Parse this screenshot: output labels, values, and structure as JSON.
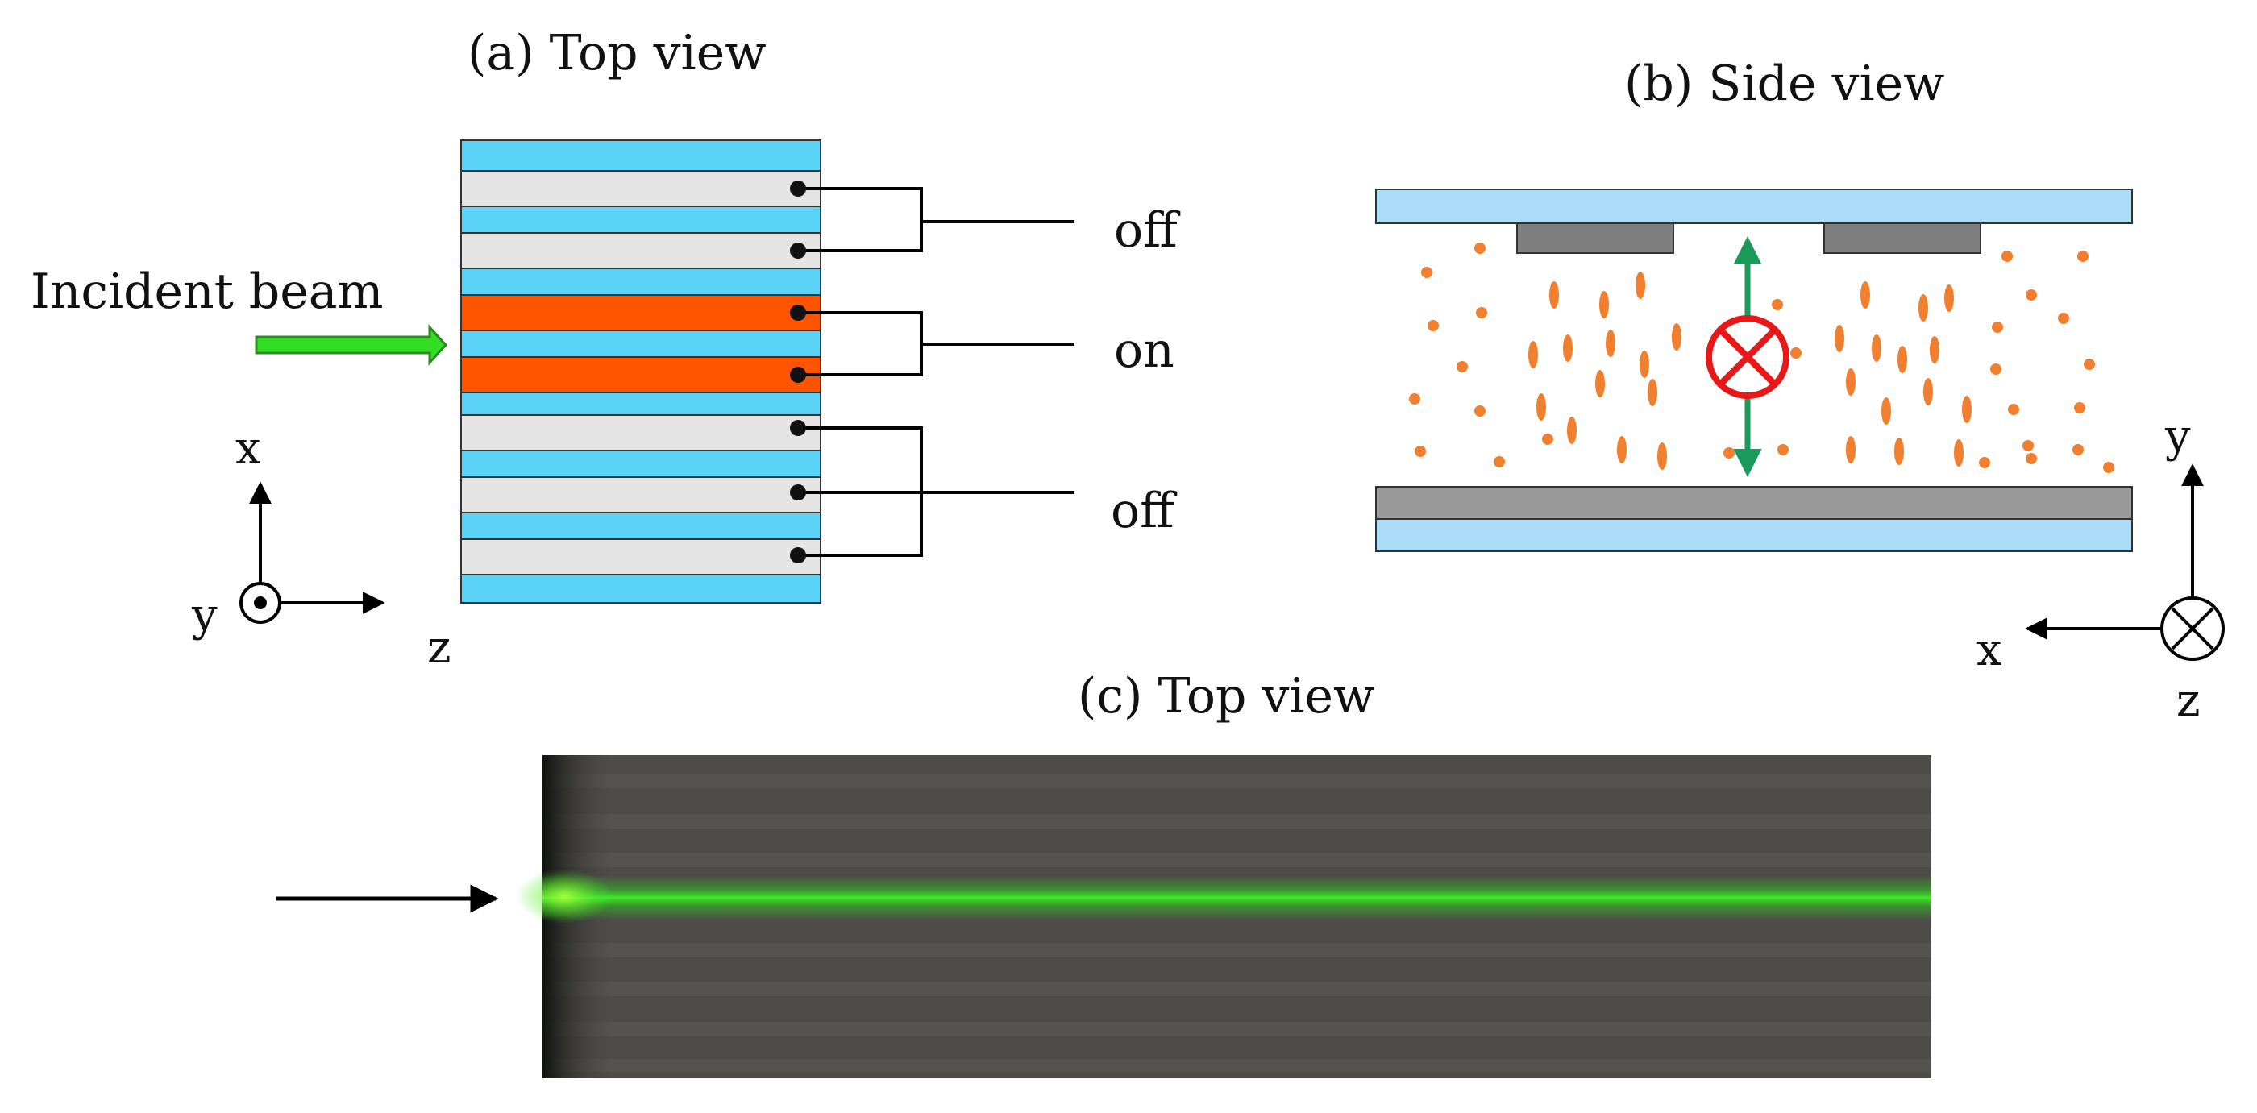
{
  "panel_a": {
    "title": "(a)  Top view",
    "incident_label": "Incident beam",
    "groups": [
      {
        "label": "off",
        "state": "off"
      },
      {
        "label": "on",
        "state": "on"
      },
      {
        "label": "off",
        "state": "off"
      }
    ],
    "axes": {
      "x": "x",
      "y": "y",
      "z": "z"
    }
  },
  "panel_b": {
    "title": "(b) Side view",
    "axes": {
      "x": "x",
      "y": "y",
      "z": "z"
    }
  },
  "panel_c": {
    "title": "(c)  Top view"
  },
  "colors": {
    "glass": "#5ad3f6",
    "glass_light": "#aadcf8",
    "electrode_off": "#e4e4e4",
    "electrode_on": "#ff5500",
    "beam_green": "#33dd22",
    "lc_dot": "#f08030",
    "polarization": "#1a9a5a",
    "cross_red": "#e81818",
    "electrode_dark": "#7f7f7f",
    "photo_bg": "#4e4c48"
  },
  "icons": [
    "right-arrow-icon",
    "out-of-plane-axis-icon",
    "into-plane-axis-icon",
    "double-arrow-icon"
  ]
}
